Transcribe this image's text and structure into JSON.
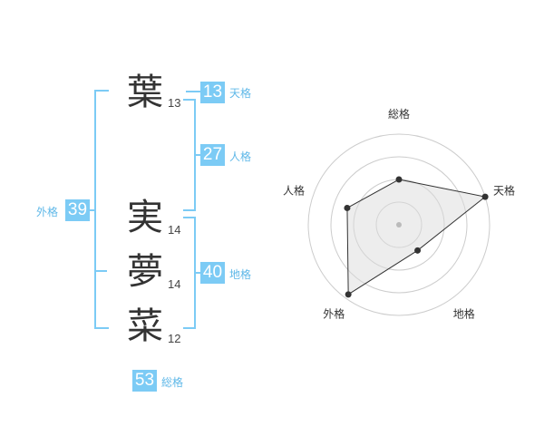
{
  "characters": [
    {
      "kanji": "葉",
      "strokes": "13"
    },
    {
      "kanji": "実",
      "strokes": "14"
    },
    {
      "kanji": "夢",
      "strokes": "14"
    },
    {
      "kanji": "菜",
      "strokes": "12"
    }
  ],
  "kakusu": {
    "tenkaku": {
      "value": "13",
      "label": "天格"
    },
    "jinkaku": {
      "value": "27",
      "label": "人格"
    },
    "chikaku": {
      "value": "40",
      "label": "地格"
    },
    "gaikaku": {
      "value": "39",
      "label": "外格"
    },
    "soukaku": {
      "value": "53",
      "label": "総格"
    }
  },
  "colors": {
    "accent": "#7ccbf5",
    "label": "#5fb8e8"
  },
  "chart_data": {
    "type": "radar",
    "axes": [
      "総格",
      "天格",
      "地格",
      "外格",
      "人格"
    ],
    "values": [
      0.5,
      1.0,
      0.35,
      0.95,
      0.6
    ],
    "rings": 4,
    "max": 1.0
  }
}
